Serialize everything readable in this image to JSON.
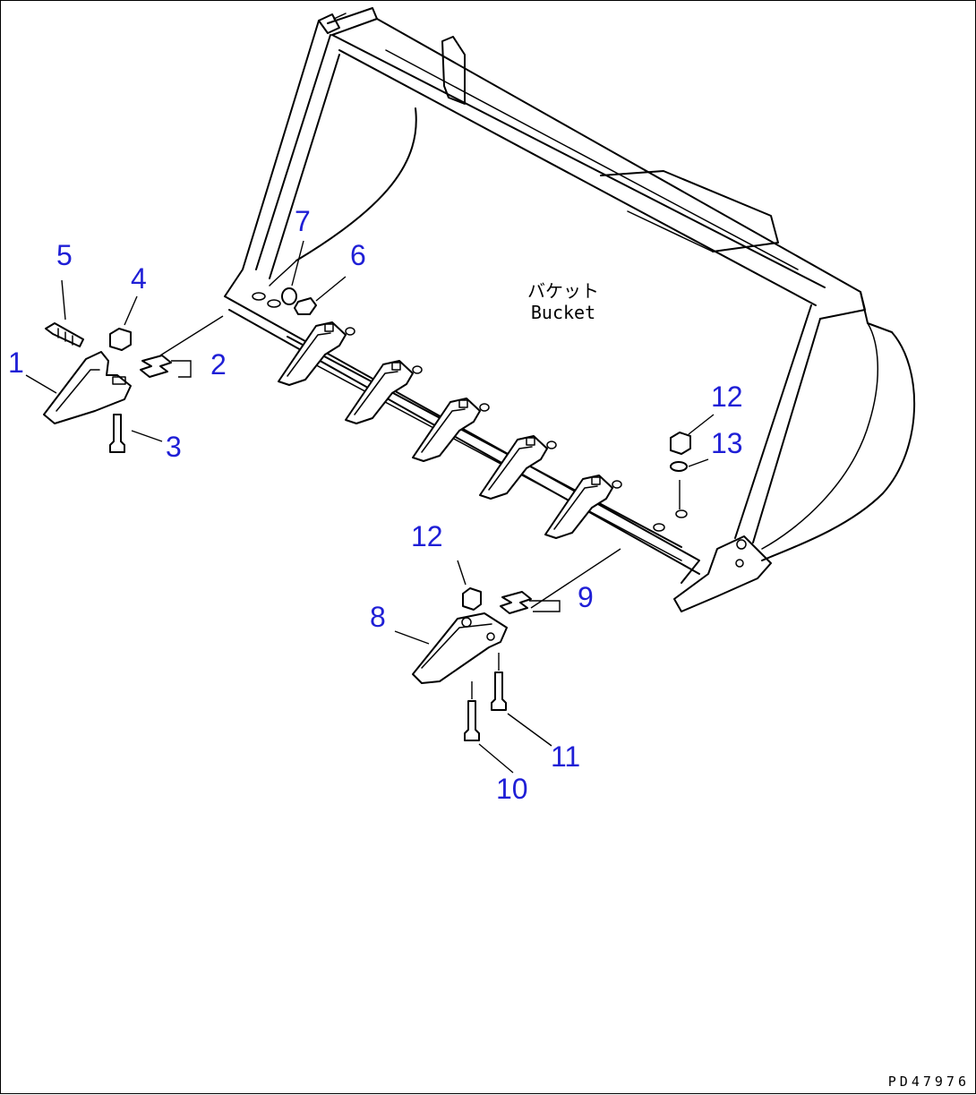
{
  "diagram": {
    "label_jp": "バケット",
    "label_en": "Bucket",
    "doc_code": "PD47976",
    "callout_color": "#1f1fd6",
    "callouts": [
      "1",
      "2",
      "3",
      "4",
      "5",
      "6",
      "7",
      "8",
      "9",
      "10",
      "11",
      "12",
      "13",
      "12"
    ]
  }
}
